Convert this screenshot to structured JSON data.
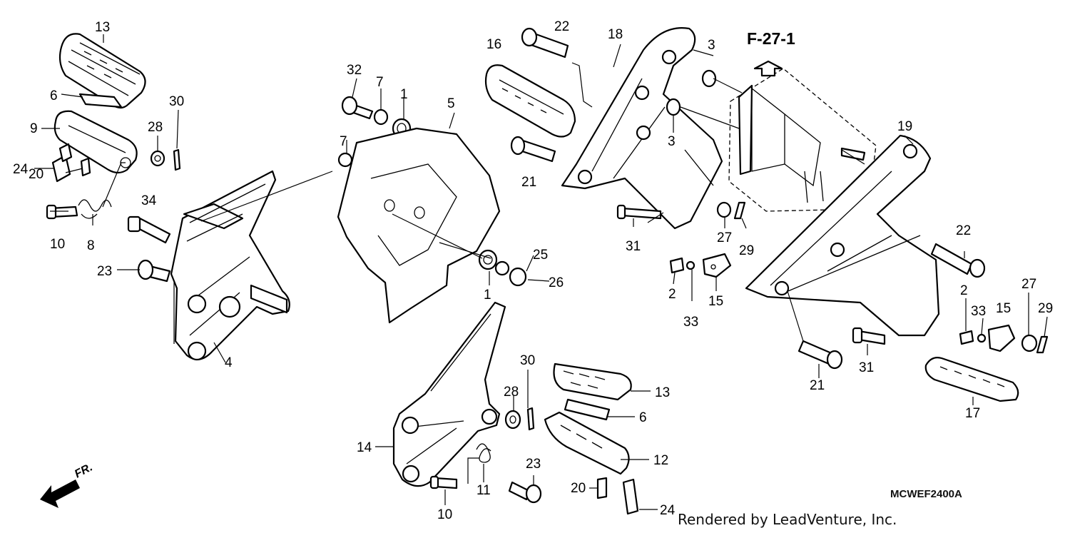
{
  "diagram": {
    "reference": "F-27-1",
    "code": "MCWEF2400A",
    "credit": "Rendered by LeadVenture, Inc.",
    "direction_label": "FR."
  },
  "callouts": [
    {
      "id": "c13a",
      "label": "13"
    },
    {
      "id": "c6a",
      "label": "6"
    },
    {
      "id": "c30a",
      "label": "30"
    },
    {
      "id": "c9",
      "label": "9"
    },
    {
      "id": "c28a",
      "label": "28"
    },
    {
      "id": "c24a",
      "label": "24"
    },
    {
      "id": "c20a",
      "label": "20"
    },
    {
      "id": "c34",
      "label": "34"
    },
    {
      "id": "c10a",
      "label": "10"
    },
    {
      "id": "c8",
      "label": "8"
    },
    {
      "id": "c23a",
      "label": "23"
    },
    {
      "id": "c4",
      "label": "4"
    },
    {
      "id": "c32",
      "label": "32"
    },
    {
      "id": "c7a",
      "label": "7"
    },
    {
      "id": "c1a",
      "label": "1"
    },
    {
      "id": "c5",
      "label": "5"
    },
    {
      "id": "c7b",
      "label": "7"
    },
    {
      "id": "c25",
      "label": "25"
    },
    {
      "id": "c26",
      "label": "26"
    },
    {
      "id": "c1b",
      "label": "1"
    },
    {
      "id": "c22a",
      "label": "22"
    },
    {
      "id": "c16",
      "label": "16"
    },
    {
      "id": "c18",
      "label": "18"
    },
    {
      "id": "c3a",
      "label": "3"
    },
    {
      "id": "c3b",
      "label": "3"
    },
    {
      "id": "c21a",
      "label": "21"
    },
    {
      "id": "c31a",
      "label": "31"
    },
    {
      "id": "c27a",
      "label": "27"
    },
    {
      "id": "c29a",
      "label": "29"
    },
    {
      "id": "c2a",
      "label": "2"
    },
    {
      "id": "c33a",
      "label": "33"
    },
    {
      "id": "c15a",
      "label": "15"
    },
    {
      "id": "c19",
      "label": "19"
    },
    {
      "id": "c22b",
      "label": "22"
    },
    {
      "id": "c2b",
      "label": "2"
    },
    {
      "id": "c33b",
      "label": "33"
    },
    {
      "id": "c15b",
      "label": "15"
    },
    {
      "id": "c27b",
      "label": "27"
    },
    {
      "id": "c29b",
      "label": "29"
    },
    {
      "id": "c31b",
      "label": "31"
    },
    {
      "id": "c21b",
      "label": "21"
    },
    {
      "id": "c17",
      "label": "17"
    },
    {
      "id": "c30b",
      "label": "30"
    },
    {
      "id": "c28b",
      "label": "28"
    },
    {
      "id": "c13b",
      "label": "13"
    },
    {
      "id": "c6b",
      "label": "6"
    },
    {
      "id": "c14",
      "label": "14"
    },
    {
      "id": "c12",
      "label": "12"
    },
    {
      "id": "c11",
      "label": "11"
    },
    {
      "id": "c23b",
      "label": "23"
    },
    {
      "id": "c20b",
      "label": "20"
    },
    {
      "id": "c10b",
      "label": "10"
    },
    {
      "id": "c24b",
      "label": "24"
    }
  ]
}
